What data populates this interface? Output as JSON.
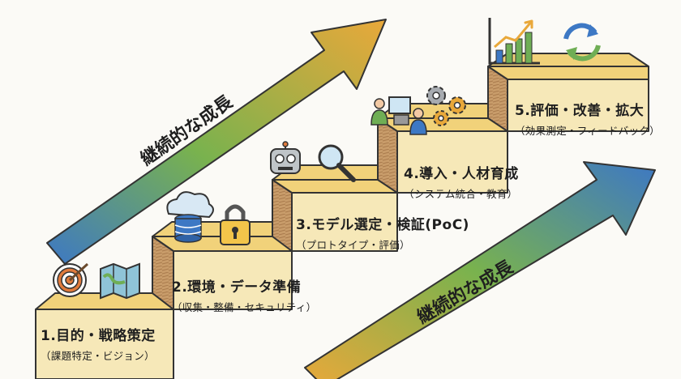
{
  "arrow_text": "継続的な成長",
  "steps": [
    {
      "title": "1.目的・戦略策定",
      "subtitle": "（課題特定・ビジョン）"
    },
    {
      "title": "2.環境・データ準備",
      "subtitle": "（収集・整備・セキュリティ）"
    },
    {
      "title": "3.モデル選定・検証(PoC)",
      "subtitle": "（プロトタイプ・評価）"
    },
    {
      "title": "4.導入・人材育成",
      "subtitle": "（システム統合・教育）"
    },
    {
      "title": "5.評価・改善・拡大",
      "subtitle": "（効果測定・フィードバック）"
    }
  ],
  "icons": [
    "target-icon",
    "map-icon",
    "cloud-database-icon",
    "padlock-icon",
    "robot-icon",
    "magnifier-icon",
    "people-computer-icon",
    "gears-icon",
    "bar-chart-icon",
    "refresh-icon"
  ],
  "colors": {
    "step_top": "#f1d27a",
    "step_riser": "#c8a070",
    "arrow_blue": "#3d78c4",
    "arrow_green": "#6fb04a",
    "arrow_orange": "#e9a83a"
  }
}
